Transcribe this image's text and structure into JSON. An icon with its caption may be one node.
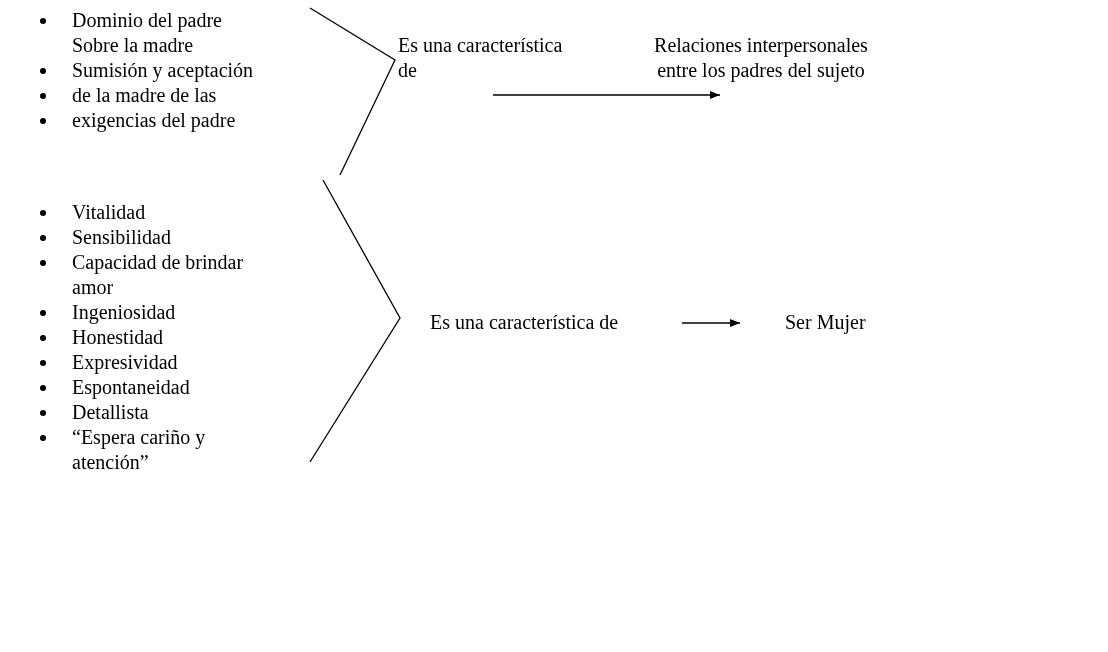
{
  "diagram": {
    "nodes": [
      {
        "text": [
          "Dominio del padre Sobre la madre",
          "Sumisión y aceptación",
          "de la madre de las",
          "exigencias del padre"
        ]
      },
      {
        "text": [
          "Es una característica de"
        ]
      },
      {
        "text": [
          "Relaciones interpersonales entre los padres del sujeto"
        ]
      },
      {
        "text": [
          "Vitalidad",
          "Sensibilidad",
          "Capacidad de brindar amor",
          "Ingeniosidad",
          "Honestidad",
          "Expresividad",
          "Espontaneidad",
          "Detallista",
          "“Espera cariño y atención”"
        ]
      },
      {
        "text": [
          "Es una característica de"
        ]
      },
      {
        "text": [
          "Ser Mujer"
        ]
      }
    ],
    "edges": [
      {
        "from": 1,
        "to": 2,
        "arrow": "to"
      },
      {
        "from": 4,
        "to": 5,
        "arrow": "to"
      }
    ]
  }
}
